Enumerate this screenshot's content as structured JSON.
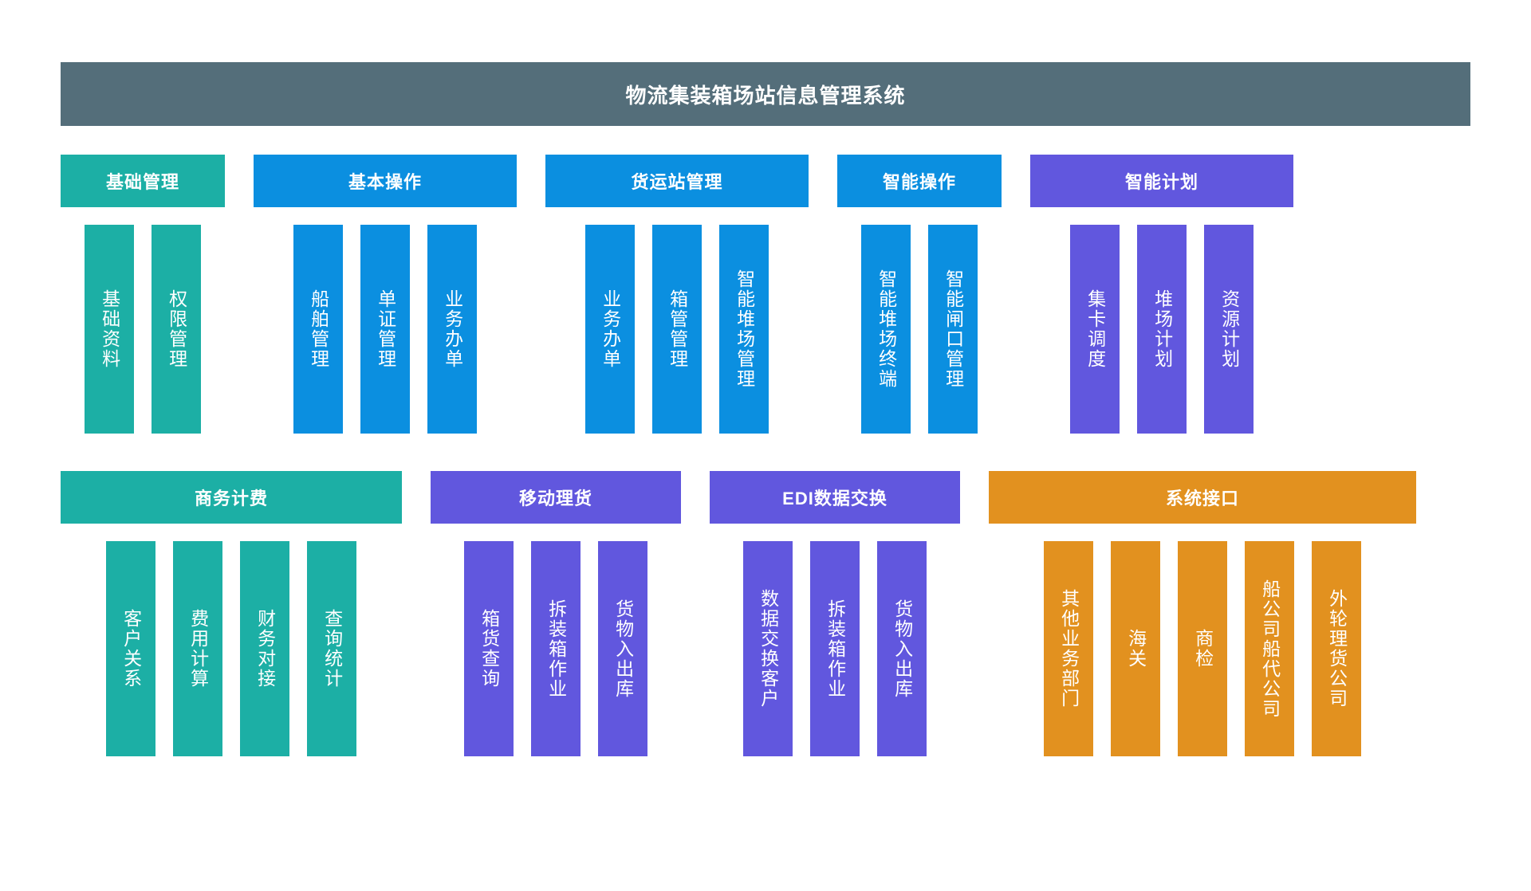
{
  "title": "物流集装箱场站信息管理系统",
  "colors": {
    "title_bar": "#546E7A",
    "teal": "#1CAFA5",
    "blue": "#0B8FE0",
    "purple": "#6157DE",
    "orange": "#E2911F",
    "background": "#FFFFFF",
    "text": "#FFFFFF"
  },
  "rows": [
    {
      "groups": [
        {
          "label": "基础管理",
          "color": "#1CAFA5",
          "cards": [
            "基础资料",
            "权限管理"
          ]
        },
        {
          "label": "基本操作",
          "color": "#0B8FE0",
          "cards": [
            "船舶管理",
            "单证管理",
            "业务办单"
          ]
        },
        {
          "label": "货运站管理",
          "color": "#0B8FE0",
          "cards": [
            "业务办单",
            "箱管管理",
            "智能堆场管理"
          ]
        },
        {
          "label": "智能操作",
          "color": "#0B8FE0",
          "cards": [
            "智能堆场终端",
            "智能闸口管理"
          ]
        },
        {
          "label": "智能计划",
          "color": "#6157DE",
          "cards": [
            "集卡调度",
            "堆场计划",
            "资源计划"
          ]
        }
      ]
    },
    {
      "groups": [
        {
          "label": "商务计费",
          "color": "#1CAFA5",
          "cards": [
            "客户关系",
            "费用计算",
            "财务对接",
            "查询统计"
          ]
        },
        {
          "label": "移动理货",
          "color": "#6157DE",
          "cards": [
            "箱货查询",
            "拆装箱作业",
            "货物入出库"
          ]
        },
        {
          "label": "EDI数据交换",
          "color": "#6157DE",
          "cards": [
            "数据交换客户",
            "拆装箱作业",
            "货物入出库"
          ]
        },
        {
          "label": "系统接口",
          "color": "#E2911F",
          "cards": [
            "其他业务部门",
            "海关",
            "商检",
            "船公司船代公司",
            "外轮理货公司"
          ]
        }
      ]
    }
  ]
}
